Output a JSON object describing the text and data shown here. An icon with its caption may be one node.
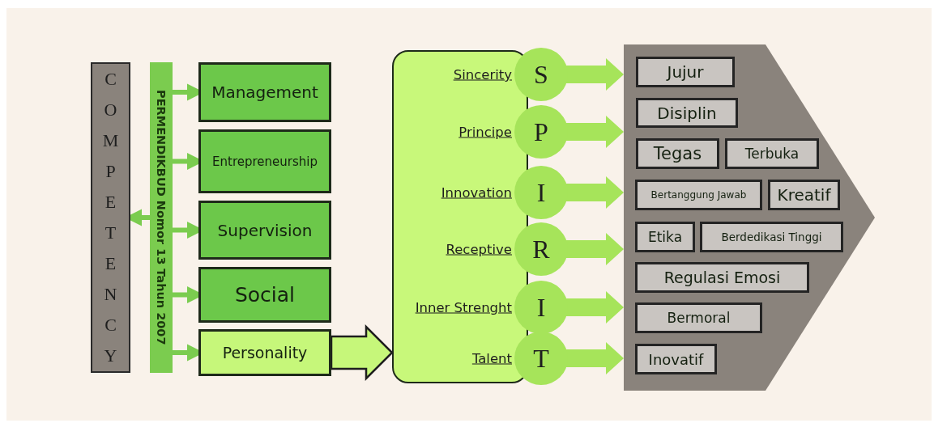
{
  "diagram": {
    "nodes": [
      {
        "text": [
          "COMPETENCY"
        ]
      },
      {
        "text": [
          "PERMENDIKBUD Nomor 13 Tahun 2007"
        ]
      },
      {
        "text": [
          "Management"
        ]
      },
      {
        "text": [
          "Entrepreneurship"
        ]
      },
      {
        "text": [
          "Supervision"
        ]
      },
      {
        "text": [
          "Social"
        ]
      },
      {
        "text": [
          "Personality"
        ]
      },
      {
        "text": [],
        "shape": "box"
      },
      {
        "text": [
          "S"
        ],
        "beside": [
          "Sincerity"
        ]
      },
      {
        "text": [
          "P"
        ],
        "beside": [
          "Principe"
        ]
      },
      {
        "text": [
          "I"
        ],
        "beside": [
          "Innovation"
        ]
      },
      {
        "text": [
          "R"
        ],
        "beside": [
          "Receptive"
        ]
      },
      {
        "text": [
          "I"
        ],
        "beside": [
          "Inner Strenght"
        ]
      },
      {
        "text": [
          "T"
        ],
        "beside": [
          "Talent"
        ]
      },
      {
        "text": [],
        "shape": "chevron"
      },
      {
        "text": [
          "Jujur"
        ],
        "in": 14
      },
      {
        "text": [
          "Disiplin"
        ],
        "in": 14
      },
      {
        "text": [
          "Tegas"
        ],
        "in": 14
      },
      {
        "text": [
          "Terbuka"
        ],
        "in": 14
      },
      {
        "text": [
          "Bertanggung Jawab"
        ],
        "in": 14
      },
      {
        "text": [
          "Kreatif"
        ],
        "in": 14
      },
      {
        "text": [
          "Etika"
        ],
        "in": 14
      },
      {
        "text": [
          "Berdedikasi Tinggi"
        ],
        "in": 14
      },
      {
        "text": [
          "Regulasi Emosi"
        ],
        "in": 14
      },
      {
        "text": [
          "Bermoral"
        ],
        "in": 14
      },
      {
        "text": [
          "Inovatif"
        ],
        "in": 14
      }
    ],
    "edges": [
      {
        "from": 1,
        "to": 0,
        "arrow": "to"
      },
      {
        "from": 1,
        "to": 2,
        "arrow": "to"
      },
      {
        "from": 1,
        "to": 3,
        "arrow": "to"
      },
      {
        "from": 1,
        "to": 4,
        "arrow": "to"
      },
      {
        "from": 1,
        "to": 5,
        "arrow": "to"
      },
      {
        "from": 1,
        "to": 6,
        "arrow": "to"
      },
      {
        "from": 6,
        "to": 7,
        "arrow": "to",
        "style": "thick",
        "color": "#c6f77a"
      },
      {
        "from": 8,
        "to": 14,
        "arrow": "to",
        "style": "thick"
      },
      {
        "from": 9,
        "to": 14,
        "arrow": "to",
        "style": "thick"
      },
      {
        "from": 10,
        "to": 14,
        "arrow": "to",
        "style": "thick"
      },
      {
        "from": 11,
        "to": 14,
        "arrow": "to",
        "style": "thick"
      },
      {
        "from": 12,
        "to": 14,
        "arrow": "to",
        "style": "thick"
      },
      {
        "from": 13,
        "to": 14,
        "arrow": "to",
        "style": "thick"
      }
    ]
  }
}
